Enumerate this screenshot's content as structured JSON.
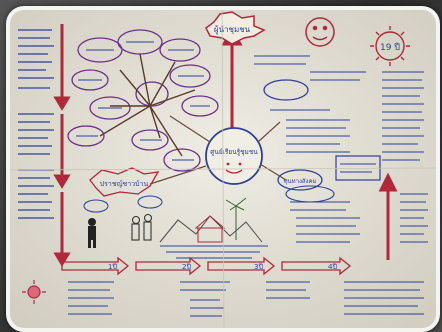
{
  "image": {
    "description_free": true,
    "colors": {
      "paper": "#ece9df",
      "red_ink": "#b0283a",
      "blue_ink": "#2d3f9a",
      "purple_ink": "#6b2f8a",
      "frame": "#f4f4f0"
    },
    "center_label": "ศูนย์เรียนรู้ชุมชน",
    "top_label": "ผู้นำชุมชน",
    "mid_label_left": "ปราชญ์ชาวบ้าน",
    "mid_label_right": "ทุนทางสังคม",
    "right_top_label": "19 ปี",
    "step_labels": [
      "1ปี",
      "2ปี",
      "3ปี",
      "4ปี"
    ]
  }
}
